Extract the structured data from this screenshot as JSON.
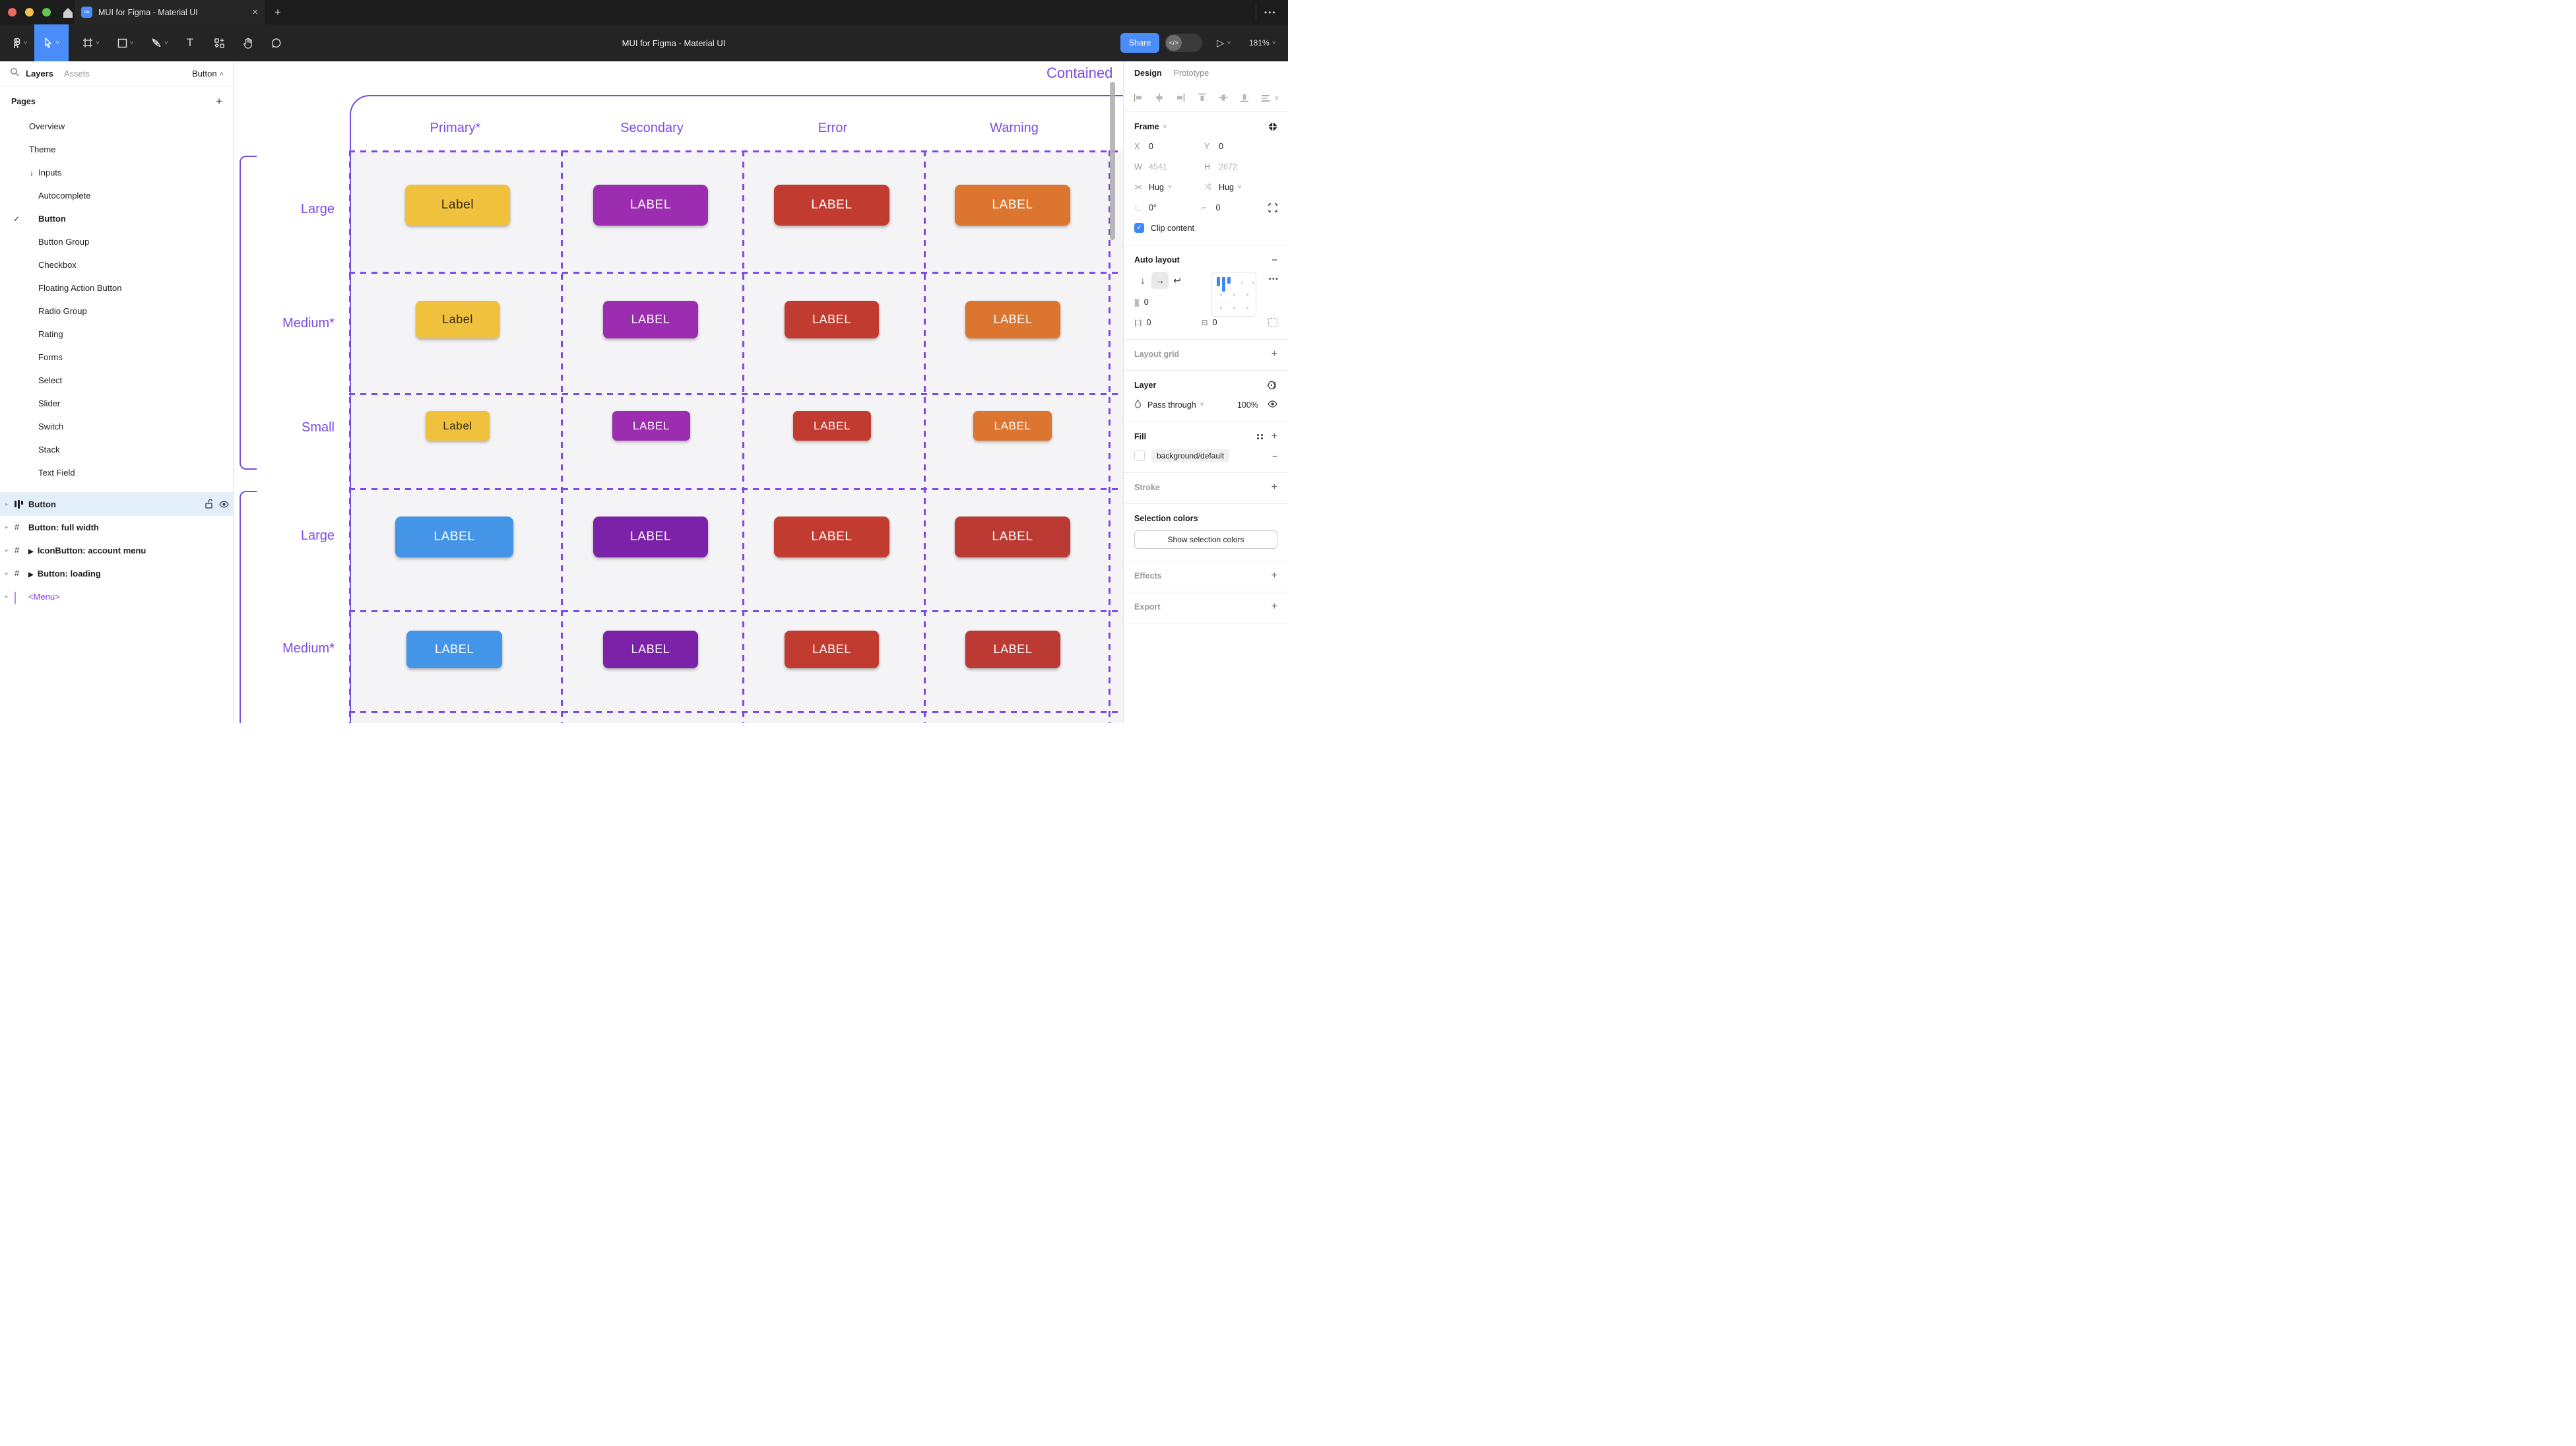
{
  "titlebar": {
    "tab_title": "MUI for Figma - Material UI",
    "close_glyph": "×",
    "new_tab_glyph": "+",
    "more_glyph": "•••"
  },
  "toolbar": {
    "doc_title": "MUI for Figma - Material UI",
    "share_label": "Share",
    "dev_toggle_glyph": "</>",
    "zoom_level": "181%",
    "chevron_glyph": "˅",
    "play_glyph": "▷"
  },
  "sidebar": {
    "tabs": {
      "layers": "Layers",
      "assets": "Assets"
    },
    "component_dropdown": "Button",
    "component_caret": "˄",
    "pages_header": "Pages",
    "pages_add_glyph": "+",
    "check_glyph": "✓",
    "inputs_arrow_glyph": "↓",
    "pages": [
      {
        "label": "Overview"
      },
      {
        "label": "Theme"
      },
      {
        "label": "Inputs"
      },
      {
        "label": "Autocomplete"
      },
      {
        "label": "Button"
      },
      {
        "label": "Button Group"
      },
      {
        "label": "Checkbox"
      },
      {
        "label": "Floating Action Button"
      },
      {
        "label": "Radio Group"
      },
      {
        "label": "Rating"
      },
      {
        "label": "Forms"
      },
      {
        "label": "Select"
      },
      {
        "label": "Slider"
      },
      {
        "label": "Switch"
      },
      {
        "label": "Stack"
      },
      {
        "label": "Text Field"
      }
    ],
    "layers": [
      {
        "label": "Button"
      },
      {
        "label": "Button: full width"
      },
      {
        "label": "IconButton: account menu"
      },
      {
        "label": "Button: loading"
      },
      {
        "label": "<Menu>"
      }
    ],
    "expand_glyph": "▸",
    "instance_tri_glyph": "▶",
    "frame_glyph": "#"
  },
  "canvas": {
    "frame_title": "Contained",
    "columns": [
      "Primary*",
      "Secondary",
      "Error",
      "Warning"
    ],
    "row_labels": [
      "Large",
      "Medium*",
      "Small",
      "Large",
      "Medium*"
    ],
    "annotation_color": "#7b4be6",
    "cell_background": "#f4f3f5",
    "buttons": {
      "r1c1": {
        "label": "Label",
        "bg": "#F0C13D",
        "fg": "#33291A"
      },
      "r1c2": {
        "label": "LABEL",
        "bg": "#9C2DB1",
        "fg": "#FFFFFF"
      },
      "r1c3": {
        "label": "LABEL",
        "bg": "#C23B31",
        "fg": "#FFFFFF"
      },
      "r1c4": {
        "label": "LABEL",
        "bg": "#DB752F",
        "fg": "#FFFFFF"
      },
      "r2c1": {
        "label": "Label",
        "bg": "#F0C13D",
        "fg": "#33291A"
      },
      "r2c2": {
        "label": "LABEL",
        "bg": "#9C2DB1",
        "fg": "#FFFFFF"
      },
      "r2c3": {
        "label": "LABEL",
        "bg": "#C23B31",
        "fg": "#FFFFFF"
      },
      "r2c4": {
        "label": "LABEL",
        "bg": "#DB752F",
        "fg": "#FFFFFF"
      },
      "r3c1": {
        "label": "Label",
        "bg": "#F0C13D",
        "fg": "#33291A"
      },
      "r3c2": {
        "label": "LABEL",
        "bg": "#9C2DB1",
        "fg": "#FFFFFF"
      },
      "r3c3": {
        "label": "LABEL",
        "bg": "#C23B31",
        "fg": "#FFFFFF"
      },
      "r3c4": {
        "label": "LABEL",
        "bg": "#DB752F",
        "fg": "#FFFFFF"
      },
      "r4c1": {
        "label": "LABEL",
        "bg": "#4495E8",
        "fg": "#FFFFFF"
      },
      "r4c2": {
        "label": "LABEL",
        "bg": "#7B22A8",
        "fg": "#FFFFFF"
      },
      "r4c3": {
        "label": "LABEL",
        "bg": "#C23B31",
        "fg": "#FFFFFF"
      },
      "r4c4": {
        "label": "LABEL",
        "bg": "#BB3A33",
        "fg": "#FFFFFF"
      },
      "r5c1": {
        "label": "LABEL",
        "bg": "#4495E8",
        "fg": "#FFFFFF"
      },
      "r5c2": {
        "label": "LABEL",
        "bg": "#7B22A8",
        "fg": "#FFFFFF"
      },
      "r5c3": {
        "label": "LABEL",
        "bg": "#C23B31",
        "fg": "#FFFFFF"
      },
      "r5c4": {
        "label": "LABEL",
        "bg": "#BB3A33",
        "fg": "#FFFFFF"
      }
    }
  },
  "panel": {
    "tabs": {
      "design": "Design",
      "prototype": "Prototype"
    },
    "frame": {
      "title": "Frame",
      "x_label": "X",
      "x_value": "0",
      "y_label": "Y",
      "y_value": "0",
      "w_label": "W",
      "w_value": "4541",
      "h_label": "H",
      "h_value": "2672",
      "hug_h": "Hug",
      "hug_v": "Hug",
      "rotation": "0°",
      "radius": "0",
      "clip_label": "Clip content",
      "check_glyph": "✓"
    },
    "auto_layout": {
      "title": "Auto layout",
      "minus_glyph": "−",
      "down_glyph": "↓",
      "right_glyph": "→",
      "wrap_glyph": "↩",
      "gap_icon": "]|[",
      "gap_value": "0",
      "pad_h_icon": "|□|",
      "pad_h_value": "0",
      "pad_v_icon": "⊟",
      "pad_v_value": "0",
      "more_glyph": "•••"
    },
    "layout_grid": {
      "title": "Layout grid",
      "plus_glyph": "+"
    },
    "layer": {
      "title": "Layer",
      "blend_value": "Pass through",
      "opacity_value": "100%"
    },
    "fill": {
      "title": "Fill",
      "style_value": "background/default",
      "minus_glyph": "−",
      "plus_glyph": "+"
    },
    "stroke": {
      "title": "Stroke",
      "plus_glyph": "+"
    },
    "selection_colors": {
      "title": "Selection colors",
      "button_label": "Show selection colors"
    },
    "effects": {
      "title": "Effects",
      "plus_glyph": "+"
    },
    "export": {
      "title": "Export",
      "plus_glyph": "+"
    },
    "chevron_glyph": "˅"
  }
}
